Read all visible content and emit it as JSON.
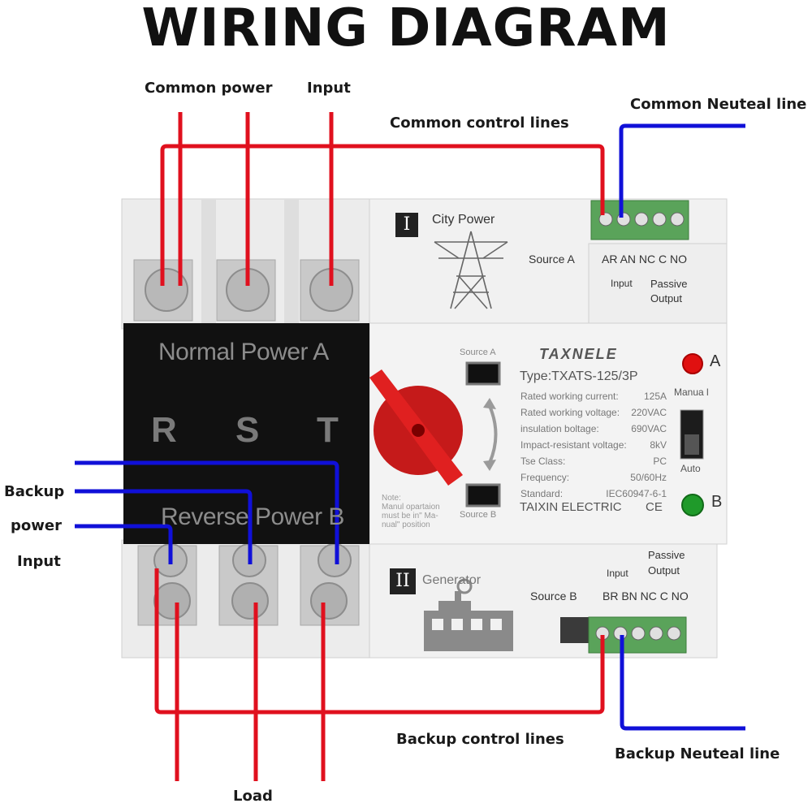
{
  "title": "WIRING DIAGRAM",
  "labels": {
    "common_power": "Common power",
    "input_top": "Input",
    "common_control_lines": "Common control lines",
    "common_neutral_line": "Common Neuteal line",
    "backup": "Backup",
    "power": "power",
    "input_left": "Input",
    "backup_control_lines": "Backup control lines",
    "backup_neutral_line": "Backup Neuteal line",
    "load": "Load"
  },
  "device": {
    "source_a_roman": "I",
    "city_power": "City  Power",
    "source_a": "Source A",
    "terminals_a": "AR AN NC C NO",
    "input_a": "Input",
    "passive_a_1": "Passive",
    "passive_a_2": "Output",
    "normal_power": "Normal  Power  A",
    "phase_r": "R",
    "phase_s": "S",
    "phase_t": "T",
    "reverse_power": "Reverse  Power  B",
    "window_source_a": "Source  A",
    "window_source_b": "Source  B",
    "note_1": "Note:",
    "note_2": "Manul opartaion",
    "note_3": "must be in\" Ma-",
    "note_4": "nual\" position",
    "brand": "TAXNELE",
    "type": "Type:TXATS-125/3P",
    "specs": [
      {
        "label": "Rated working current:",
        "value": "125A"
      },
      {
        "label": "Rated working voltage:",
        "value": "220VAC"
      },
      {
        "label": "insulation boltage:",
        "value": "690VAC"
      },
      {
        "label": "Impact-resistant voltage:",
        "value": "8kV"
      },
      {
        "label": "Tse  Class:",
        "value": "PC"
      },
      {
        "label": "Frequency:",
        "value": "50/60Hz"
      },
      {
        "label": "Standard:",
        "value": "IEC60947-6-1"
      }
    ],
    "maker": "TAIXIN ELECTRIC",
    "ce": "CE",
    "indicator_a": "A",
    "indicator_b": "B",
    "manual": "Manua l",
    "auto": "Auto",
    "source_b_roman": "II",
    "generator": "Generator",
    "source_b": "Source B",
    "input_b": "Input",
    "passive_b_1": "Passive",
    "passive_b_2": "Output",
    "terminals_b": "BR BN NC C NO"
  },
  "colors": {
    "red_wire": "#e0101e",
    "blue_wire": "#1010d8",
    "black_panel": "#111111",
    "handle": "#e02020",
    "terminal_green": "#5aa35a",
    "led_red": "#e01010",
    "led_green": "#1f9a2a"
  }
}
